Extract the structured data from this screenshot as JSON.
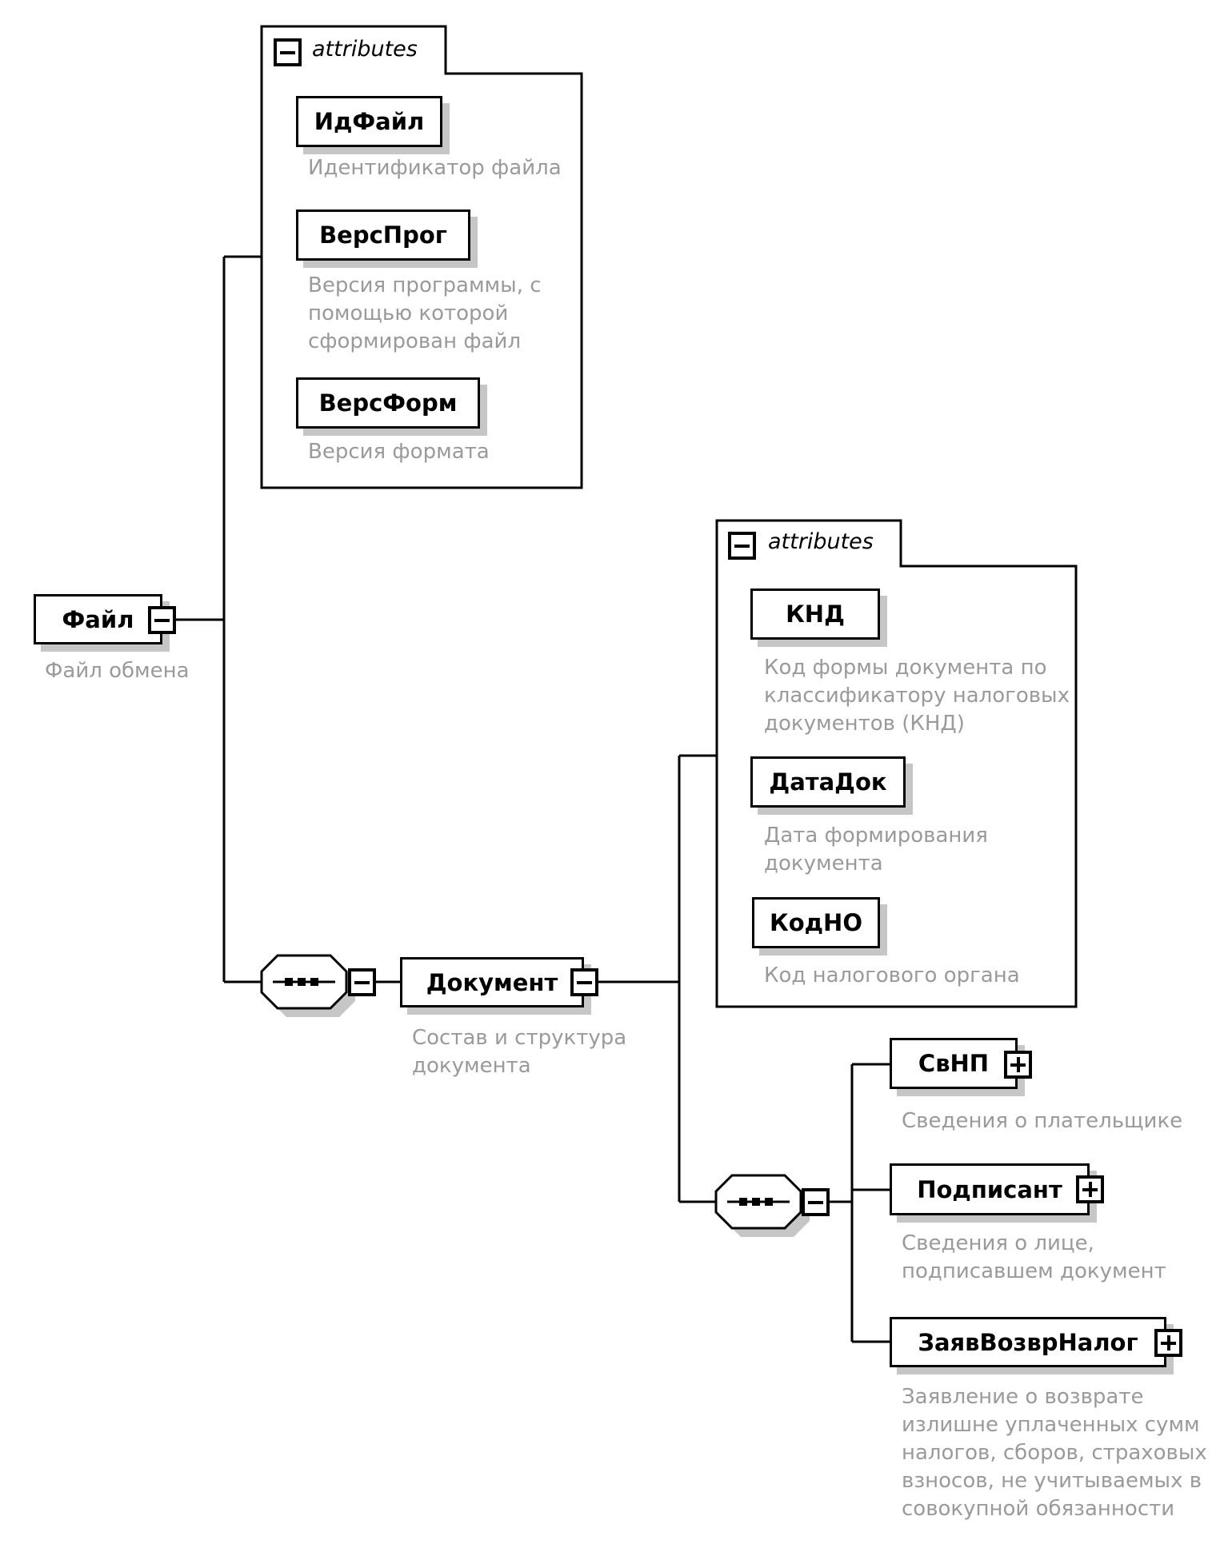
{
  "palette": {
    "line": "#000000",
    "box_background": "#ffffff",
    "annotation_text": "#9a9a9a",
    "shadow": "#c6c6c6"
  },
  "icons": {
    "collapse": "minus-icon",
    "expand": "plus-icon",
    "sequence": "sequence-icon"
  },
  "nodes": {
    "file": {
      "name": "Файл",
      "annotation": "Файл обмена"
    },
    "file_attributes": {
      "label": "attributes",
      "items": [
        {
          "name": "ИдФайл",
          "annotation": "Идентификатор файла"
        },
        {
          "name": "ВерсПрог",
          "annotation": "Версия программы, с помощью которой сформирован файл"
        },
        {
          "name": "ВерсФорм",
          "annotation": "Версия формата"
        }
      ]
    },
    "document": {
      "name": "Документ",
      "annotation": "Состав и структура документа"
    },
    "document_attributes": {
      "label": "attributes",
      "items": [
        {
          "name": "КНД",
          "annotation": "Код формы документа по классификатору налоговых документов (КНД)"
        },
        {
          "name": "ДатаДок",
          "annotation": "Дата формирования документа"
        },
        {
          "name": "КодНО",
          "annotation": "Код налогового органа"
        }
      ]
    },
    "document_children": [
      {
        "name": "СвНП",
        "annotation": "Сведения о плательщике"
      },
      {
        "name": "Подписант",
        "annotation": "Сведения о лице, подписавшем документ"
      },
      {
        "name": "ЗаявВозврНалог",
        "annotation": "Заявление о возврате излишне уплаченных сумм налогов, сборов, страховых взносов, не учитываемых в совокупной обязанности"
      }
    ]
  }
}
